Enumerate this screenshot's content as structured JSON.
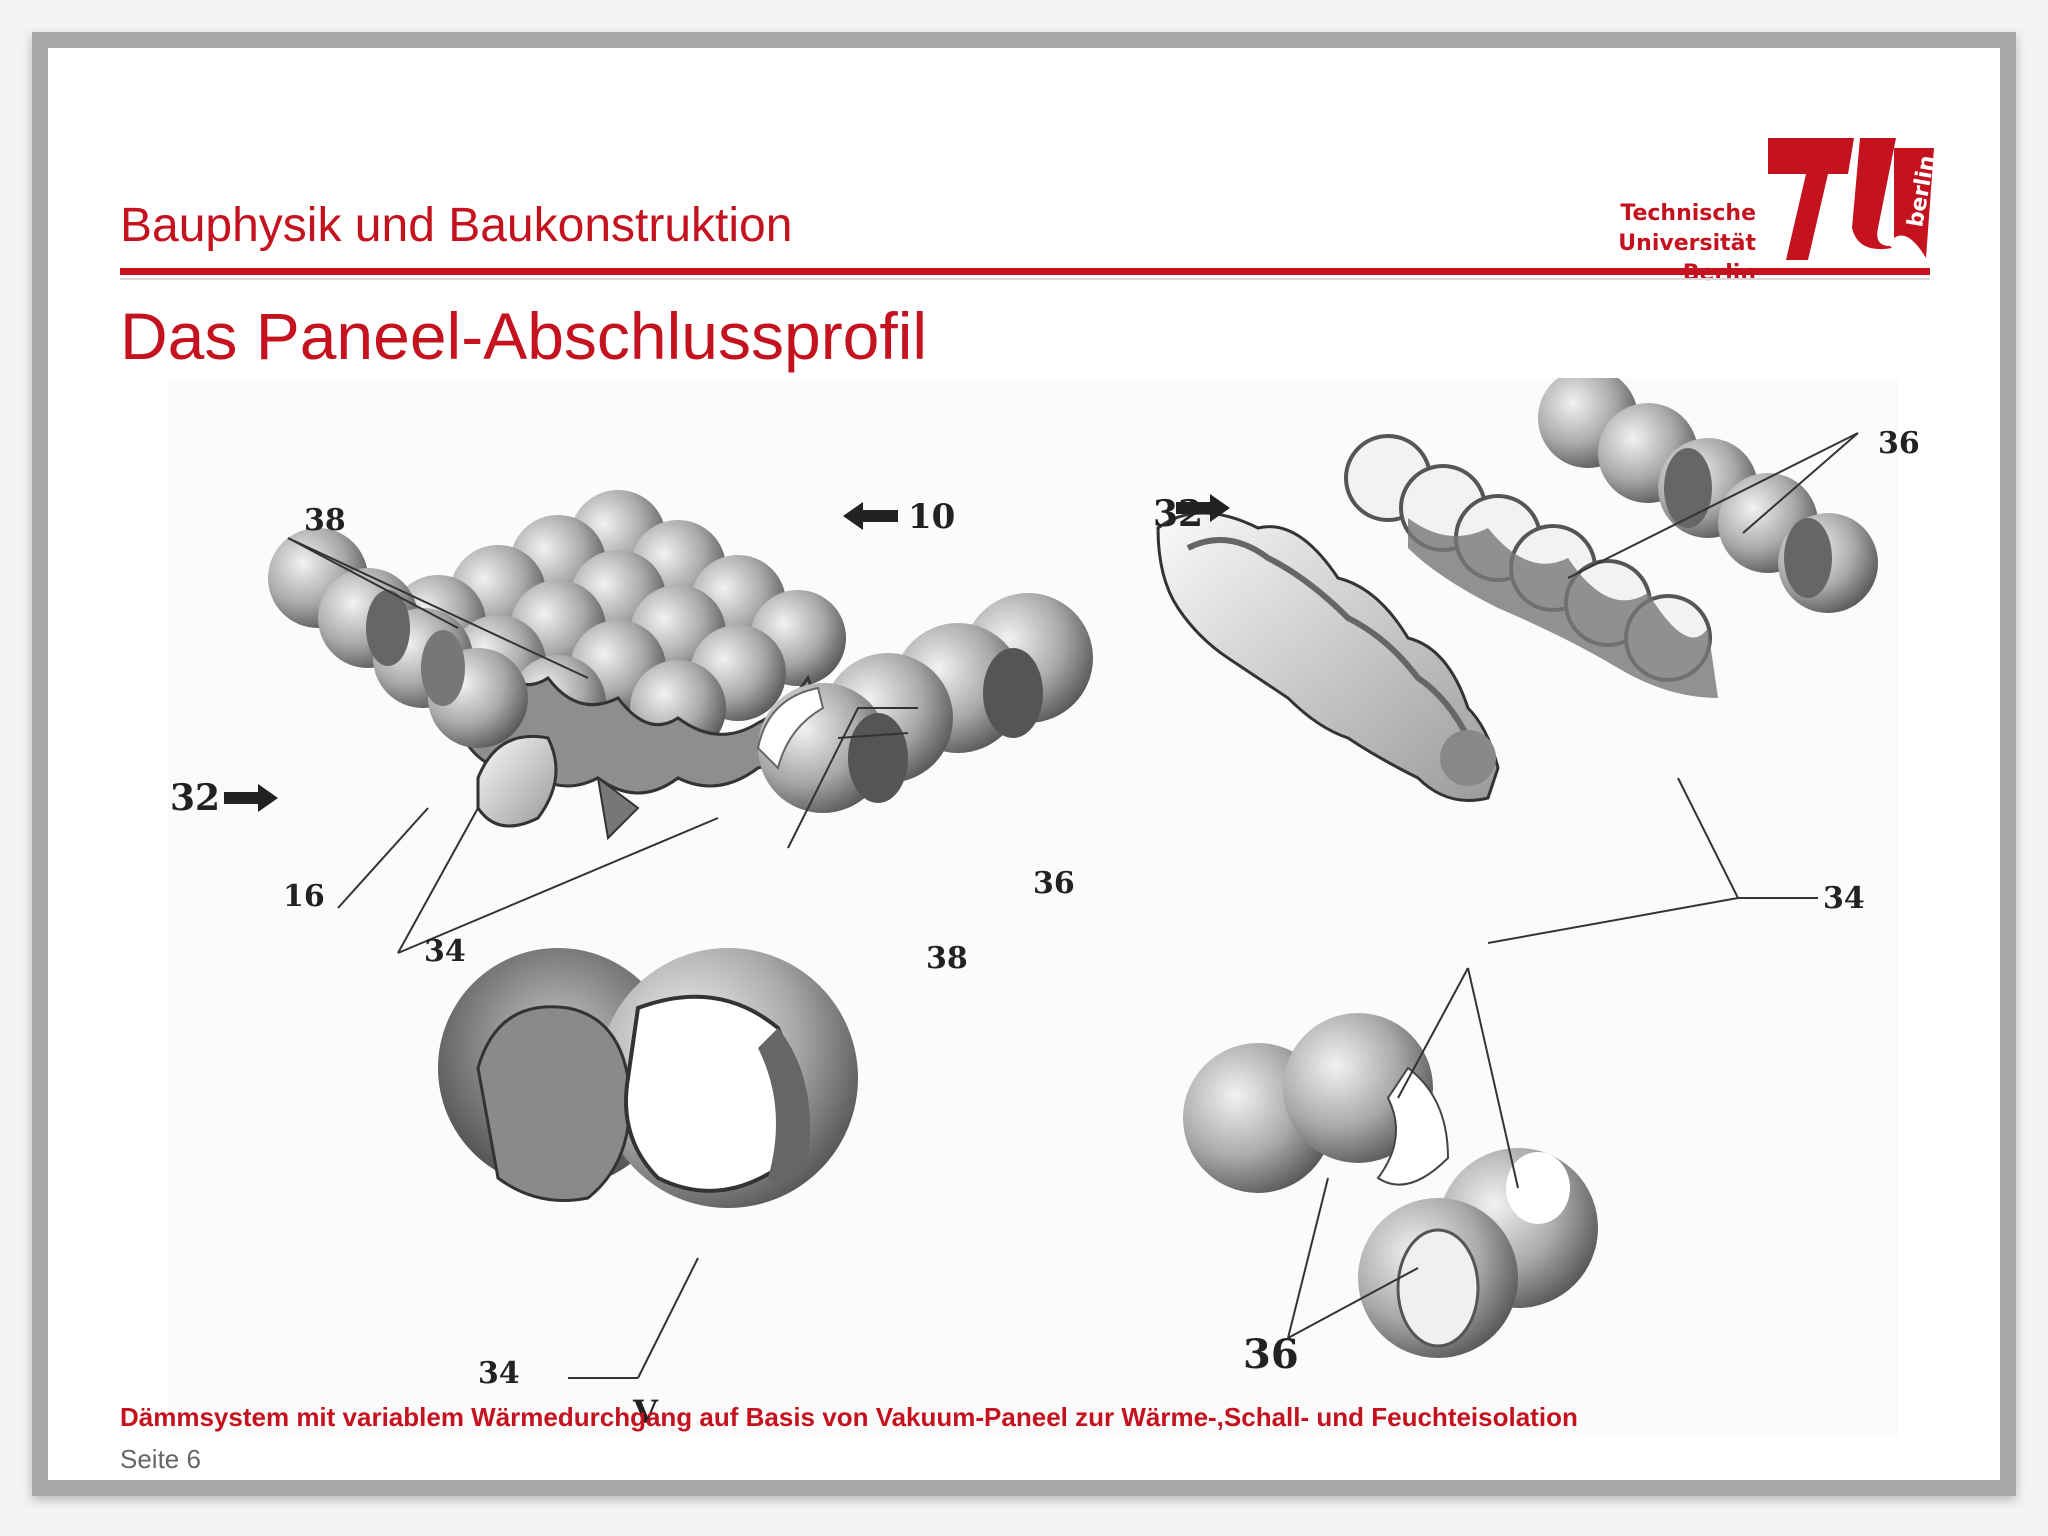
{
  "header": {
    "section_title": "Bauphysik und Baukonstruktion",
    "logo": {
      "line1": "Technische",
      "line2": "Universität",
      "line3": "Berlin",
      "side_text": "berlin",
      "color": "#c5121f"
    }
  },
  "page_title": "Das Paneel-Abschlussprofil",
  "figure": {
    "labels": {
      "l38a": "38",
      "l10": "10",
      "l32a": "32",
      "l32b": "32",
      "l36a": "36",
      "l36b": "36",
      "l36c": "36",
      "l16": "16",
      "l34a": "34",
      "l34b": "34",
      "l34c": "34",
      "l38b": "38",
      "lV": "V"
    }
  },
  "footer": {
    "project_text": "Dämmsystem mit variablem Wärmedurchgang auf Basis von Vakuum-Paneel zur Wärme-,Schall- und Feuchteisolation",
    "page_label": "Seite 6"
  }
}
